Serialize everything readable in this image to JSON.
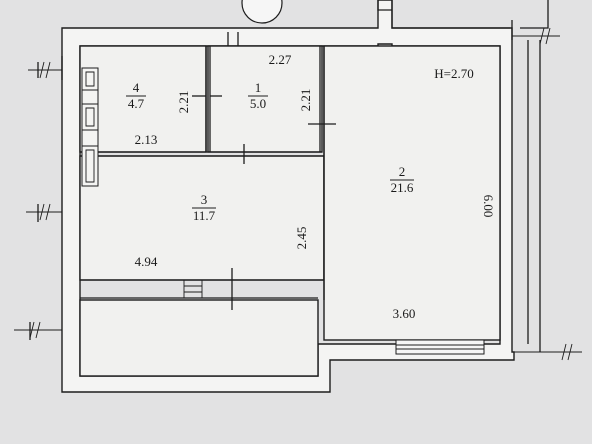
{
  "height_note": "H=2.70",
  "rooms": [
    {
      "id": "1",
      "number": "1",
      "area": "5.0"
    },
    {
      "id": "2",
      "number": "2",
      "area": "21.6"
    },
    {
      "id": "3",
      "number": "3",
      "area": "11.7"
    },
    {
      "id": "4",
      "number": "4",
      "area": "4.7"
    }
  ],
  "dimensions": {
    "room1_width": "2.27",
    "room1_height": "2.21",
    "room4_height": "2.21",
    "room4_width": "2.13",
    "room3_width": "4.94",
    "room3_height": "2.45",
    "room2_height": "6.00",
    "room2_width": "3.60"
  }
}
